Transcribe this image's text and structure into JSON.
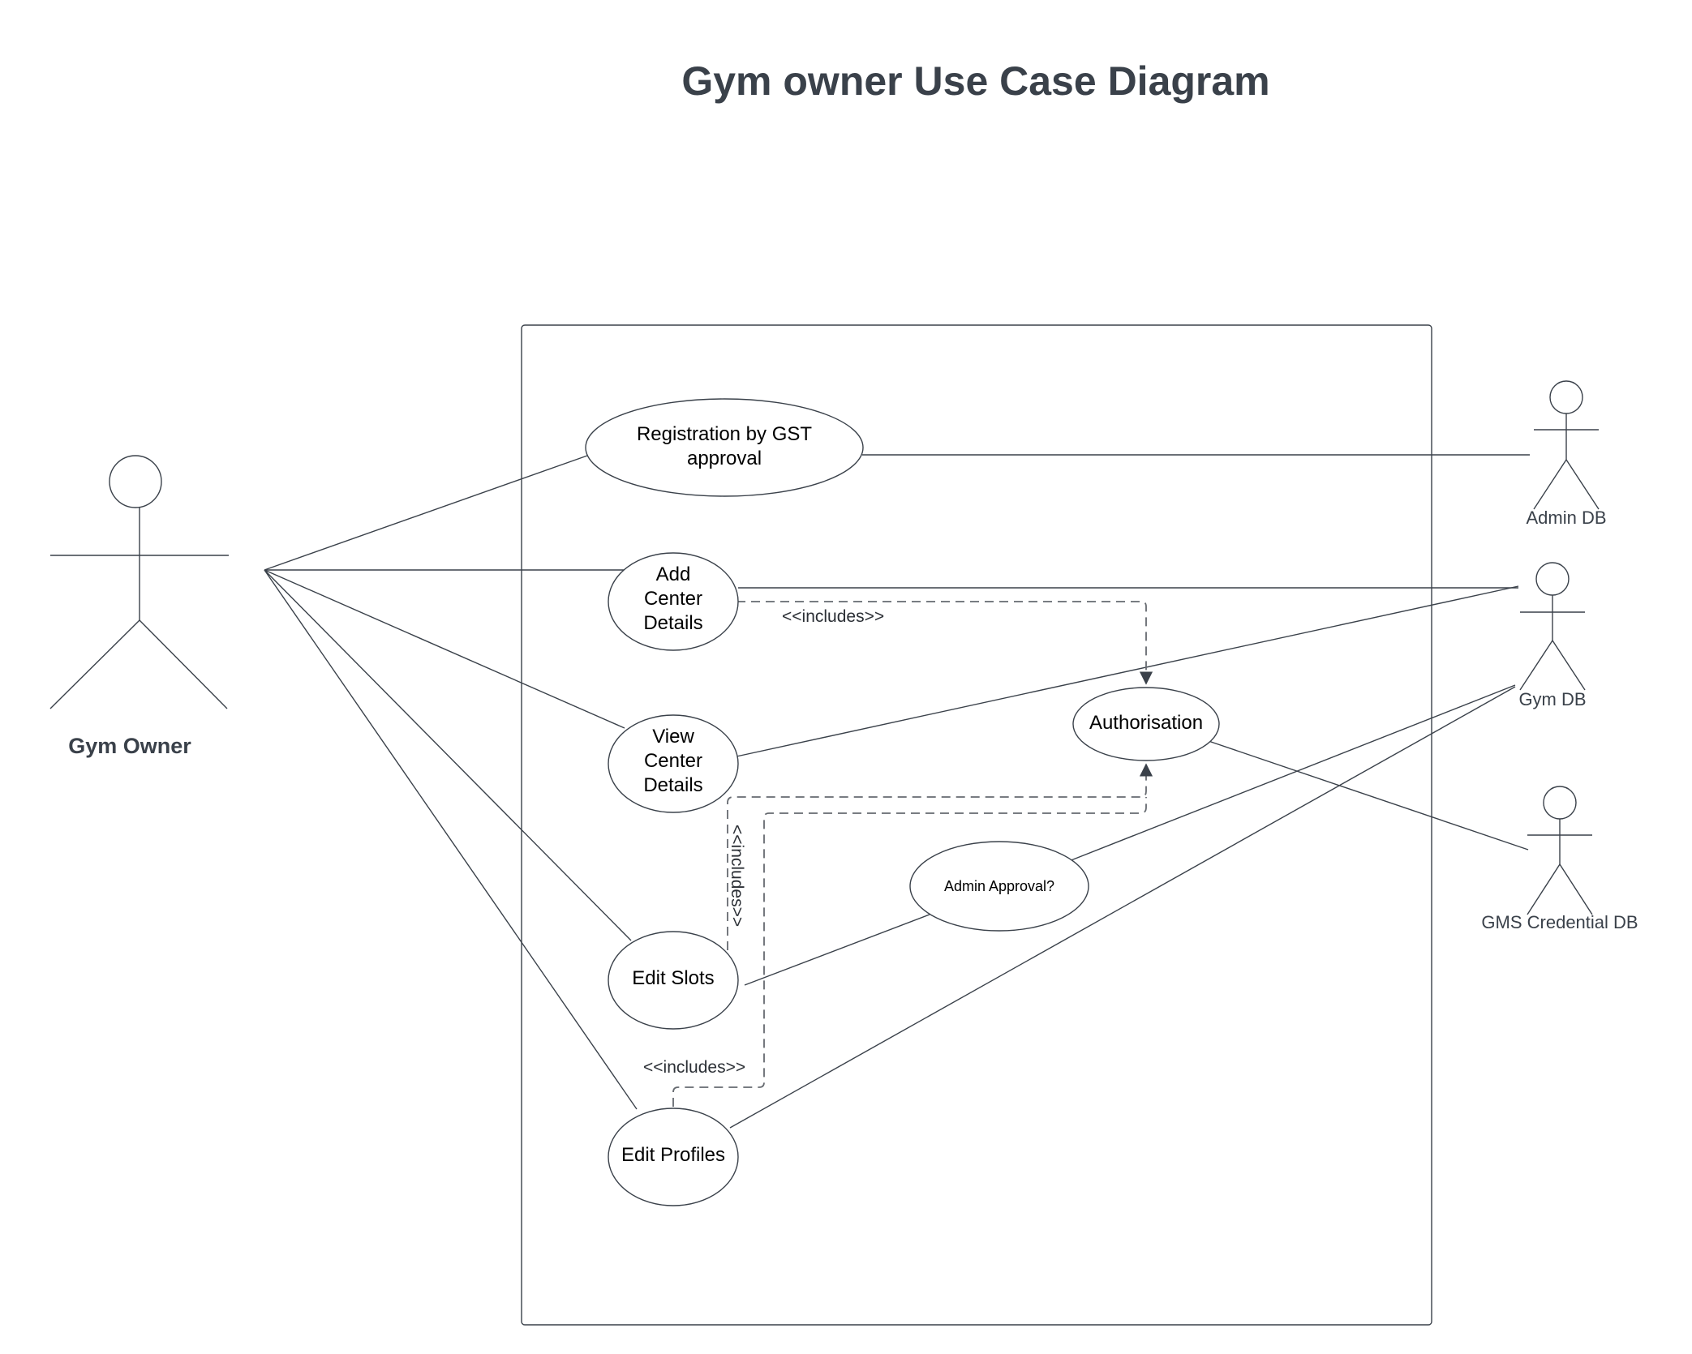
{
  "title": "Gym owner Use Case Diagram",
  "actors": {
    "gym_owner": "Gym Owner",
    "admin_db": "Admin DB",
    "gym_db": "Gym DB",
    "gms_credential_db": "GMS Credential DB"
  },
  "use_cases": {
    "registration": [
      "Registration by GST",
      "approval"
    ],
    "add_center": [
      "Add",
      "Center",
      "Details"
    ],
    "view_center": [
      "View",
      "Center",
      "Details"
    ],
    "edit_slots": "Edit Slots",
    "edit_profiles": "Edit Profiles",
    "authorisation": "Authorisation",
    "admin_approval": "Admin Approval?"
  },
  "stereotypes": {
    "includes_add_center": "<<includes>>",
    "includes_edit_slots": "<<includes>>",
    "includes_edit_profiles": "<<includes>>"
  },
  "colors": {
    "stroke": "#3a414a",
    "dashed": "#666a70",
    "title": "#3a414a"
  }
}
